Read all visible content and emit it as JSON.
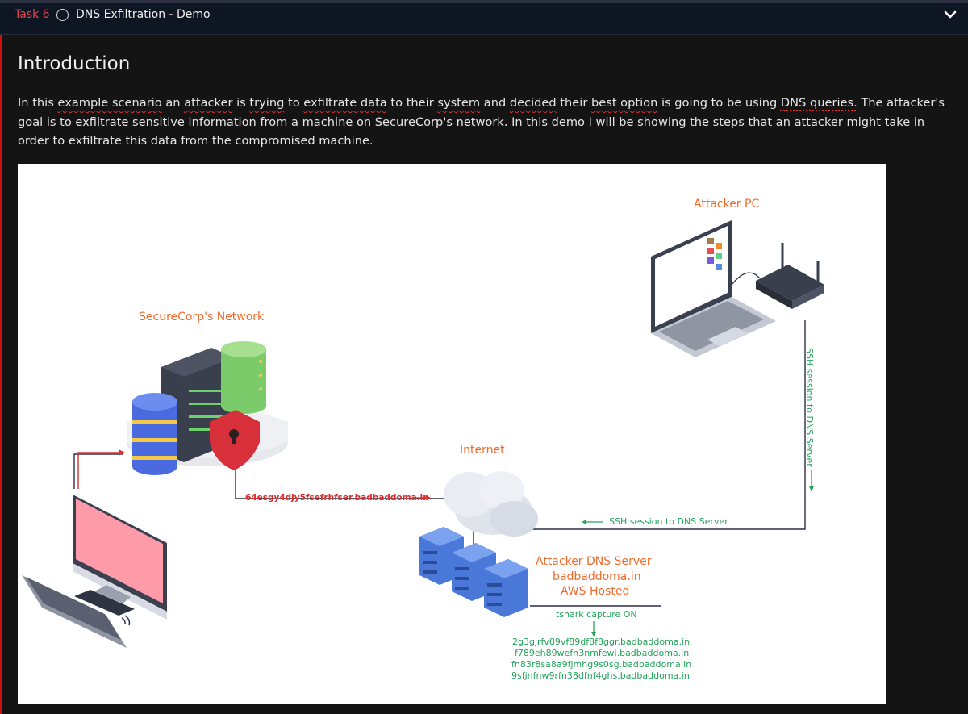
{
  "task": {
    "number_label": "Task 6",
    "title": "DNS Exfiltration - Demo"
  },
  "content": {
    "heading": "Introduction",
    "intro": {
      "s1": "In this ",
      "w1": "example scenario",
      "s2": " an ",
      "w2": "attacker",
      "s3": " is ",
      "w3": "trying",
      "s4": " to ",
      "w4": "exfiltrate data",
      "s5": " to their ",
      "w5": "system",
      "s6": " and ",
      "w6": "decided",
      "s7": " their ",
      "w7": "best option",
      "s8": " is going to be using ",
      "w8": "DNS queries.",
      "s9": " The attacker's goal is to exfiltrate sensitive information from a machine on SecureCorp's network. In this demo I will be showing the steps that an attacker might take in order to exfiltrate this data from the compromised machine."
    }
  },
  "diagram": {
    "attacker_pc_label": "Attacker PC",
    "network_label": "SecureCorp's Network",
    "internet_label": "Internet",
    "dns_server_label": "Attacker DNS Server",
    "dns_domain_label": "badbaddoma.in",
    "aws_label": "AWS Hosted",
    "query_label": "64esgy4djy5fsefrhfser.badbaddoma.in",
    "ssh_horizontal_label": "SSH session to DNS Server",
    "ssh_vertical_label": "SSH session to DNS Server",
    "tshark_label": "tshark capture ON",
    "captured_queries": [
      "2g3gjrfv89vf89df8f8ggr.badbaddoma.in",
      "f789eh89wefn3nmfewi.badbaddoma.in",
      "fn83r8sa8a9fjmhg9s0sg.badbaddoma.in",
      "9sfjnfnw9rfn38dfnf4ghs.badbaddoma.in"
    ]
  },
  "colors": {
    "accent_red": "#e5484d",
    "label_orange": "#f26a2a",
    "label_green": "#23a35a",
    "page_bg": "#141414",
    "taskbar_bg": "#0f1623"
  }
}
